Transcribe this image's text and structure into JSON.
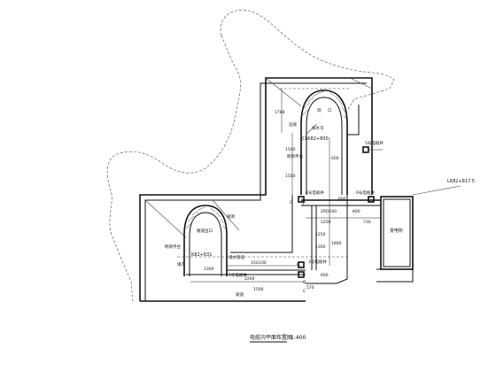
{
  "title": "电缆沟平面布置图",
  "scale": "1:400",
  "stations": {
    "upper": "CLK82+800",
    "lower": "K82+631",
    "right": "LK82+817.5"
  },
  "labels": {
    "cable_5_top": "5号电缆井",
    "cable_6": "6号电缆井",
    "cable_4": "4号电缆井",
    "cable_3": "3号电缆井",
    "cable_5_bottom": "5号电缆井",
    "substation": "变电所",
    "ramp": "坡道",
    "flow_channel": "排水沟",
    "culvert": "涵洞",
    "dome_upper_a": "洞",
    "dome_upper_b": "口",
    "dome_lower": "隧道出口",
    "pipe_note": "排水管道",
    "side_a": "边坡",
    "platform": "明洞平台",
    "platform_b": "明洞平台",
    "fill": "填方"
  },
  "dimensions": {
    "v1": "1788",
    "v2": "1500",
    "v3": "1500",
    "v4": "1800",
    "h1": "2RD100",
    "h2": "1250",
    "h3": "730",
    "h4": "1250",
    "h5": "1300",
    "h6": "1SG100",
    "h7": "2200",
    "h8": "1500",
    "h9": "600",
    "h10": "800",
    "h11": "570",
    "h12": "600",
    "h13": "1300",
    "h14": "600"
  },
  "markers": {
    "g": "G",
    "c": "C",
    "g2": "G",
    "c2": "C",
    "c3": "C"
  }
}
